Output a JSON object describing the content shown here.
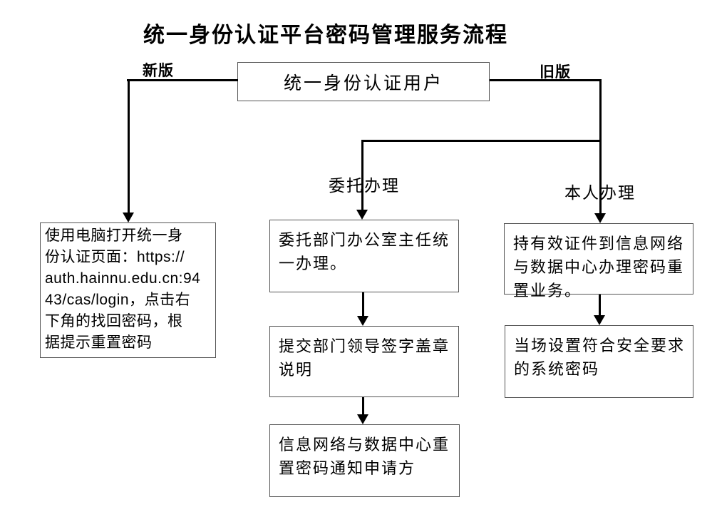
{
  "title": "统一身份认证平台密码管理服务流程",
  "branch_labels": {
    "new_version": "新版",
    "old_version": "旧版",
    "delegate": "委托办理",
    "in_person": "本人办理"
  },
  "nodes": {
    "root": {
      "text": "统一身份认证用户"
    },
    "left": {
      "lines": [
        "使用电脑打开统一身",
        "份认证页面：https://",
        "auth.hainnu.edu.cn:94",
        "43/cas/login，点击右",
        "下角的找回密码，根",
        "据提示重置密码"
      ]
    },
    "m1": {
      "lines": [
        "委托部门办公室主任统",
        "一办理。"
      ]
    },
    "m2": {
      "lines": [
        "提交部门领导签字盖章",
        "说明"
      ]
    },
    "m3": {
      "lines": [
        "信息网络与数据中心重",
        "置密码通知申请方"
      ]
    },
    "r1": {
      "lines": [
        "持有效证件到信息网络",
        "与数据中心办理密码重",
        "置业务。"
      ]
    },
    "r2": {
      "lines": [
        "当场设置符合安全要求",
        "的系统密码"
      ]
    }
  },
  "colors": {
    "background": "#ffffff",
    "text": "#000000",
    "connector": "#000000",
    "box_border": "#545454"
  }
}
